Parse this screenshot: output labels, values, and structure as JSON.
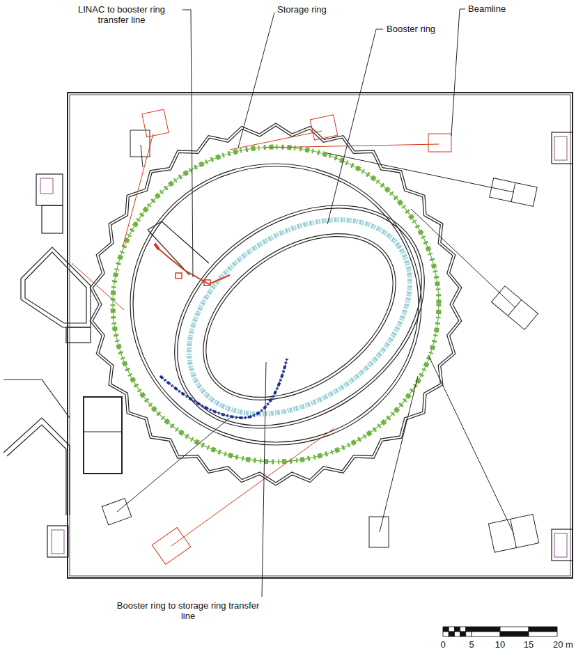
{
  "diagram": {
    "labels": [
      "LINAC to booster ring transfer line",
      "Storage ring",
      "Booster ring",
      "Beamline",
      "Booster ring to storage ring transfer line",
      "0",
      "5",
      "10",
      "15",
      "20 m"
    ]
  }
}
